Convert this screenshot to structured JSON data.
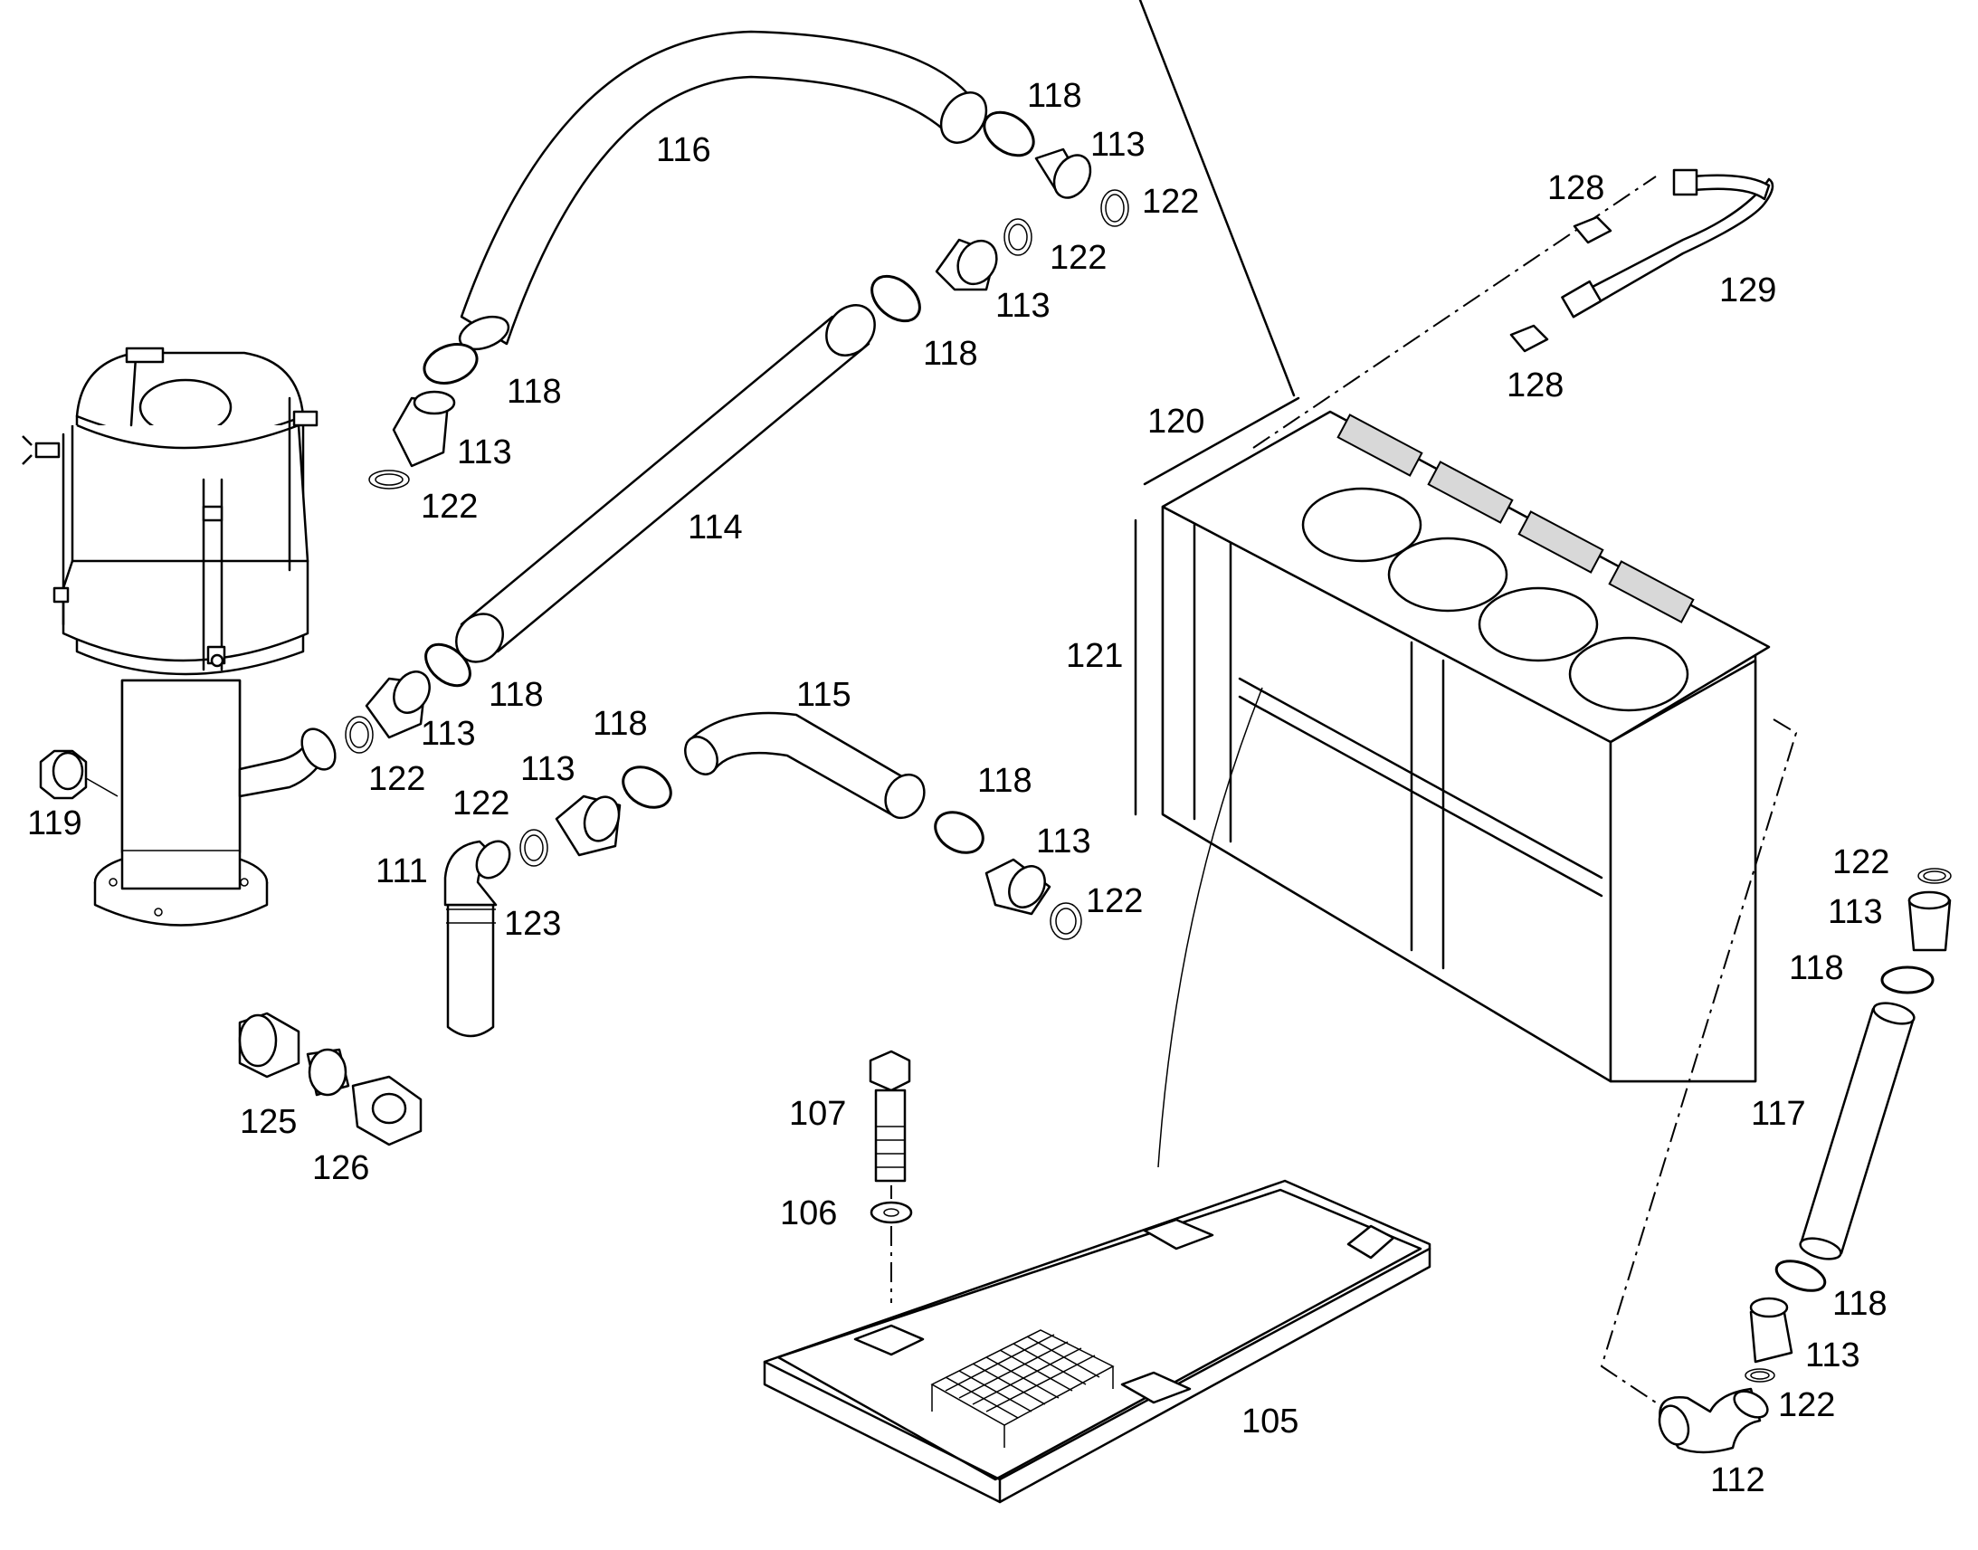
{
  "diagram": {
    "callouts": {
      "c_118_a": "118",
      "c_113_a": "113",
      "c_122_a": "122",
      "c_116": "116",
      "c_122_b": "122",
      "c_113_b": "113",
      "c_118_b": "118",
      "c_118_c": "118",
      "c_113_c": "113",
      "c_122_c": "122",
      "c_114": "114",
      "c_118_d": "118",
      "c_113_d": "113",
      "c_122_d": "122",
      "c_115": "115",
      "c_118_e": "118",
      "c_113_e": "113",
      "c_122_e": "122",
      "c_118_f": "118",
      "c_113_f": "113",
      "c_122_f": "122",
      "c_119": "119",
      "c_111": "111",
      "c_123": "123",
      "c_125": "125",
      "c_126": "126",
      "c_107": "107",
      "c_106": "106",
      "c_105": "105",
      "c_128_a": "128",
      "c_129": "129",
      "c_128_b": "128",
      "c_120": "120",
      "c_121": "121",
      "c_122_g": "122",
      "c_113_g": "113",
      "c_118_g": "118",
      "c_117": "117",
      "c_118_h": "118",
      "c_113_h": "113",
      "c_122_h": "122",
      "c_112": "112"
    }
  }
}
